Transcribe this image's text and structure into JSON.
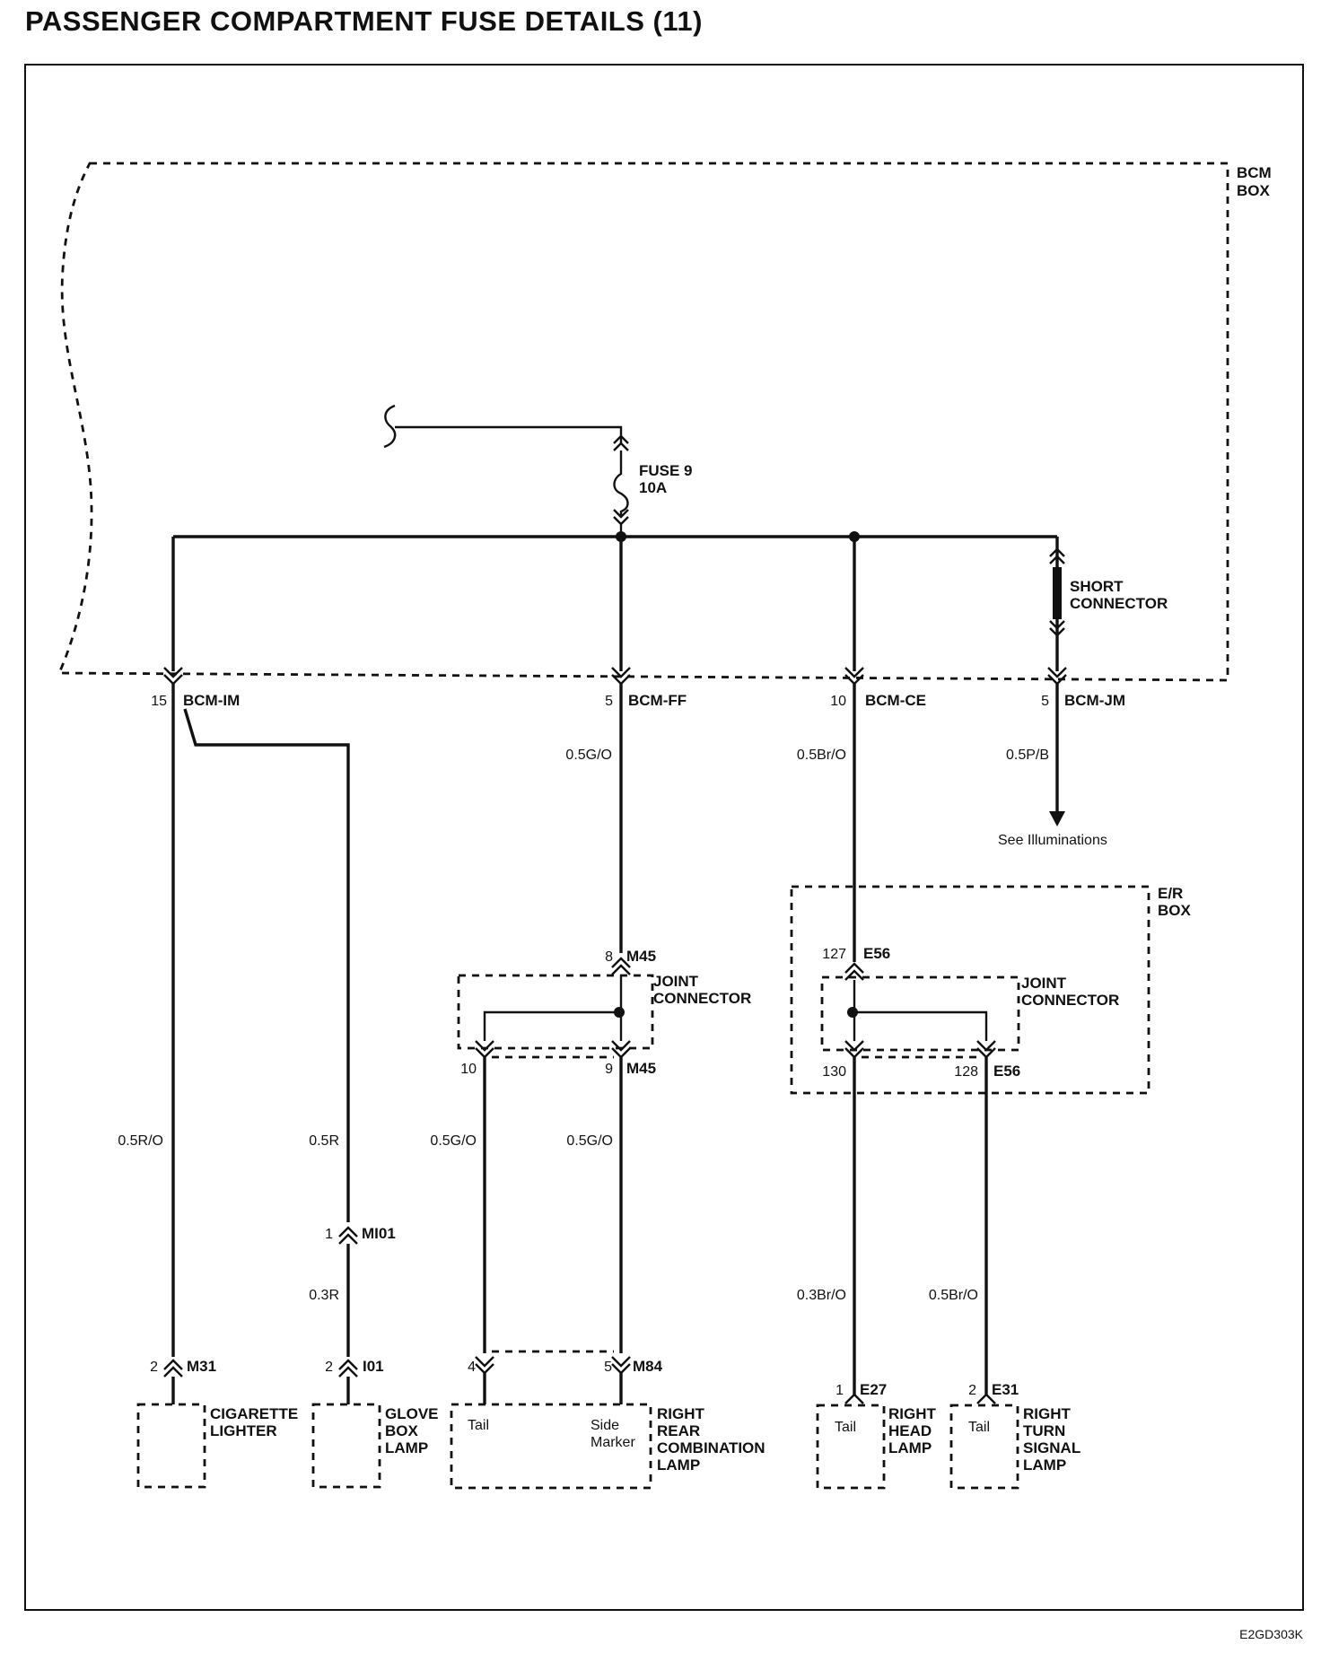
{
  "title": "PASSENGER COMPARTMENT FUSE DETAILS (11)",
  "figure_code": "E2GD303K",
  "bcm_box": [
    "BCM",
    "BOX"
  ],
  "fuse": {
    "name": "FUSE 9",
    "rating": "10A"
  },
  "short_connector": [
    "SHORT",
    "CONNECTOR"
  ],
  "er_box": [
    "E/R",
    "BOX"
  ],
  "joint_connector": [
    "JOINT",
    "CONNECTOR"
  ],
  "bcm_pins": [
    {
      "pin": "15",
      "connector": "BCM-IM"
    },
    {
      "pin": "5",
      "connector": "BCM-FF"
    },
    {
      "pin": "10",
      "connector": "BCM-CE"
    },
    {
      "pin": "5",
      "connector": "BCM-JM"
    }
  ],
  "wires": {
    "w_ff": "0.5G/O",
    "w_ce": "0.5Br/O",
    "w_jm": "0.5P/B",
    "w_lighter": "0.5R/O",
    "w_glove_upper": "0.5R",
    "w_glove_lower": "0.3R",
    "w_tail": "0.5G/O",
    "w_side": "0.5G/O",
    "w_head": "0.3Br/O",
    "w_turn": "0.5Br/O"
  },
  "see_illuminations": "See Illuminations",
  "m45": {
    "in_pin": "8",
    "out_left_pin": "10",
    "out_right_pin": "9",
    "connector": "M45"
  },
  "e56": {
    "in_pin": "127",
    "out_left_pin": "130",
    "out_right_pin": "128",
    "connector": "E56"
  },
  "mi01": {
    "pin": "1",
    "connector": "MI01"
  },
  "loads": {
    "cigarette_lighter": {
      "pin": "2",
      "connector": "M31",
      "name": [
        "CIGARETTE",
        "LIGHTER"
      ]
    },
    "glove_box_lamp": {
      "pin": "2",
      "connector": "I01",
      "name": [
        "GLOVE",
        "BOX",
        "LAMP"
      ]
    },
    "rear_combination_lamp": {
      "pin_tail": "4",
      "pin_side": "5",
      "connector": "M84",
      "name": [
        "RIGHT",
        "REAR",
        "COMBINATION",
        "LAMP"
      ],
      "tail": "Tail",
      "side": [
        "Side",
        "Marker"
      ]
    },
    "head_lamp": {
      "pin": "1",
      "connector": "E27",
      "name": [
        "RIGHT",
        "HEAD",
        "LAMP"
      ],
      "tail": "Tail"
    },
    "turn_signal_lamp": {
      "pin": "2",
      "connector": "E31",
      "name": [
        "RIGHT",
        "TURN",
        "SIGNAL",
        "LAMP"
      ],
      "tail": "Tail"
    }
  }
}
